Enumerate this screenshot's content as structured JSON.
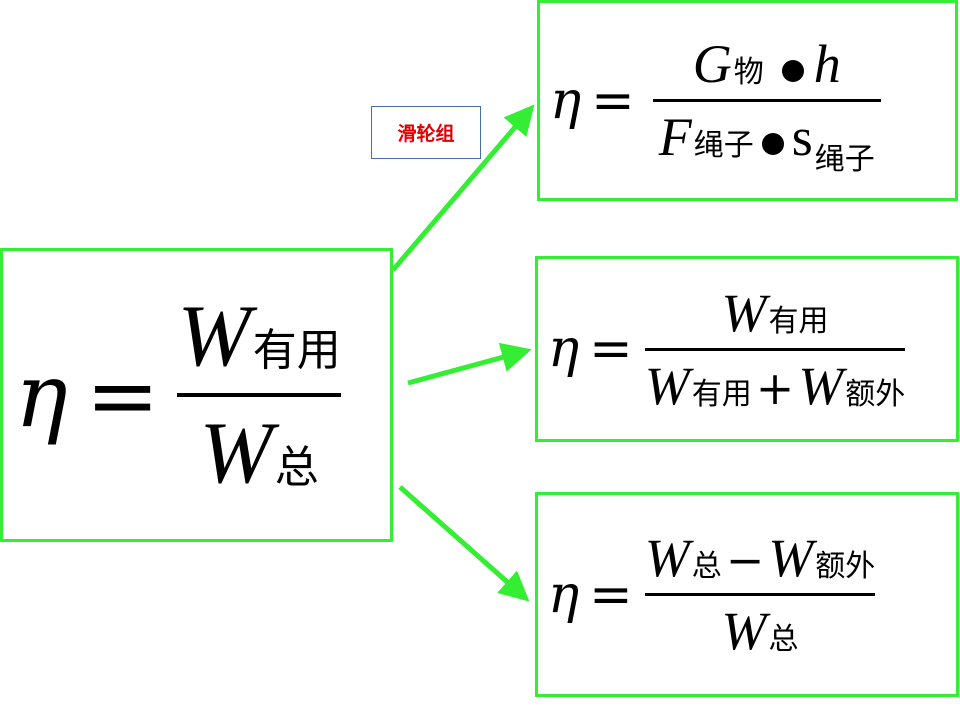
{
  "colors": {
    "border": "#33ee33",
    "arrow": "#33ee33",
    "tag_text": "#e00000",
    "tag_border": "#4a6fa5"
  },
  "label": {
    "pulley": "滑轮组"
  },
  "main": {
    "eta": "η",
    "eq": "=",
    "num_var": "W",
    "num_sub": "有用",
    "den_var": "W",
    "den_sub": "总"
  },
  "f1": {
    "eta": "η",
    "eq": "=",
    "num_var1": "G",
    "num_sub1": "物",
    "num_var2": "h",
    "den_var1": "F",
    "den_sub1": "绳子",
    "den_var2": "s",
    "den_sub2": "绳子"
  },
  "f2": {
    "eta": "η",
    "eq": "=",
    "num_var": "W",
    "num_sub": "有用",
    "den_var1": "W",
    "den_sub1": "有用",
    "op": "+",
    "den_var2": "W",
    "den_sub2": "额外"
  },
  "f3": {
    "eta": "η",
    "eq": "=",
    "num_var1": "W",
    "num_sub1": "总",
    "op": "−",
    "num_var2": "W",
    "num_sub2": "额外",
    "den_var": "W",
    "den_sub": "总"
  }
}
